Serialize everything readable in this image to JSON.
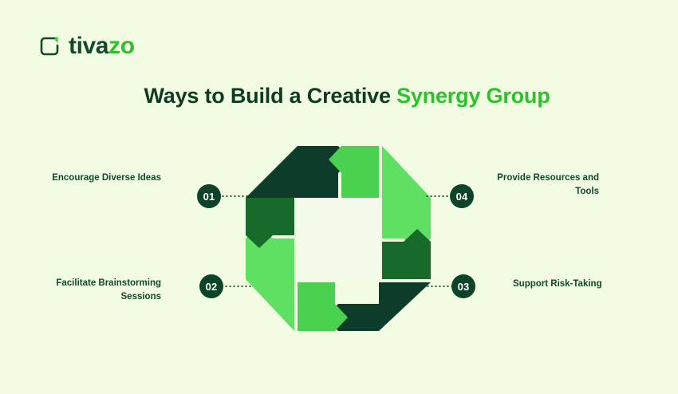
{
  "brand": {
    "name_dark": "tiva",
    "name_light": "zo",
    "icon": "bracket-square-icon",
    "color_dark": "#124a2b",
    "color_light": "#2fc02c"
  },
  "header": {
    "title_main": "Ways to Build a Creative ",
    "title_accent": "Synergy Group",
    "color_main": "#0e3b22",
    "color_accent": "#2ac32a"
  },
  "page": {
    "background": "#f1fce3"
  },
  "graphic": {
    "name": "pinwheel-octagon",
    "center_fill": "#f4fbea",
    "segments": [
      {
        "position": "top-left",
        "color": "#0d3d2a"
      },
      {
        "position": "top-right",
        "color": "#4ad14f"
      },
      {
        "position": "right-top",
        "color": "#5fe063"
      },
      {
        "position": "right-bottom",
        "color": "#186a2a"
      },
      {
        "position": "bottom-right",
        "color": "#0d3d2a"
      },
      {
        "position": "bottom-left",
        "color": "#4ad14f"
      },
      {
        "position": "left-bottom",
        "color": "#5fe063"
      },
      {
        "position": "left-top",
        "color": "#186a2a"
      }
    ]
  },
  "steps": [
    {
      "number": "01",
      "label": "Encourage Diverse Ideas",
      "side": "left"
    },
    {
      "number": "02",
      "label": "Facilitate Brainstorming Sessions",
      "side": "left"
    },
    {
      "number": "03",
      "label": "Support Risk-Taking",
      "side": "right"
    },
    {
      "number": "04",
      "label": "Provide Resources and Tools",
      "side": "right"
    }
  ],
  "badge_style": {
    "background": "#0d4328",
    "text_color": "#ffffff"
  }
}
